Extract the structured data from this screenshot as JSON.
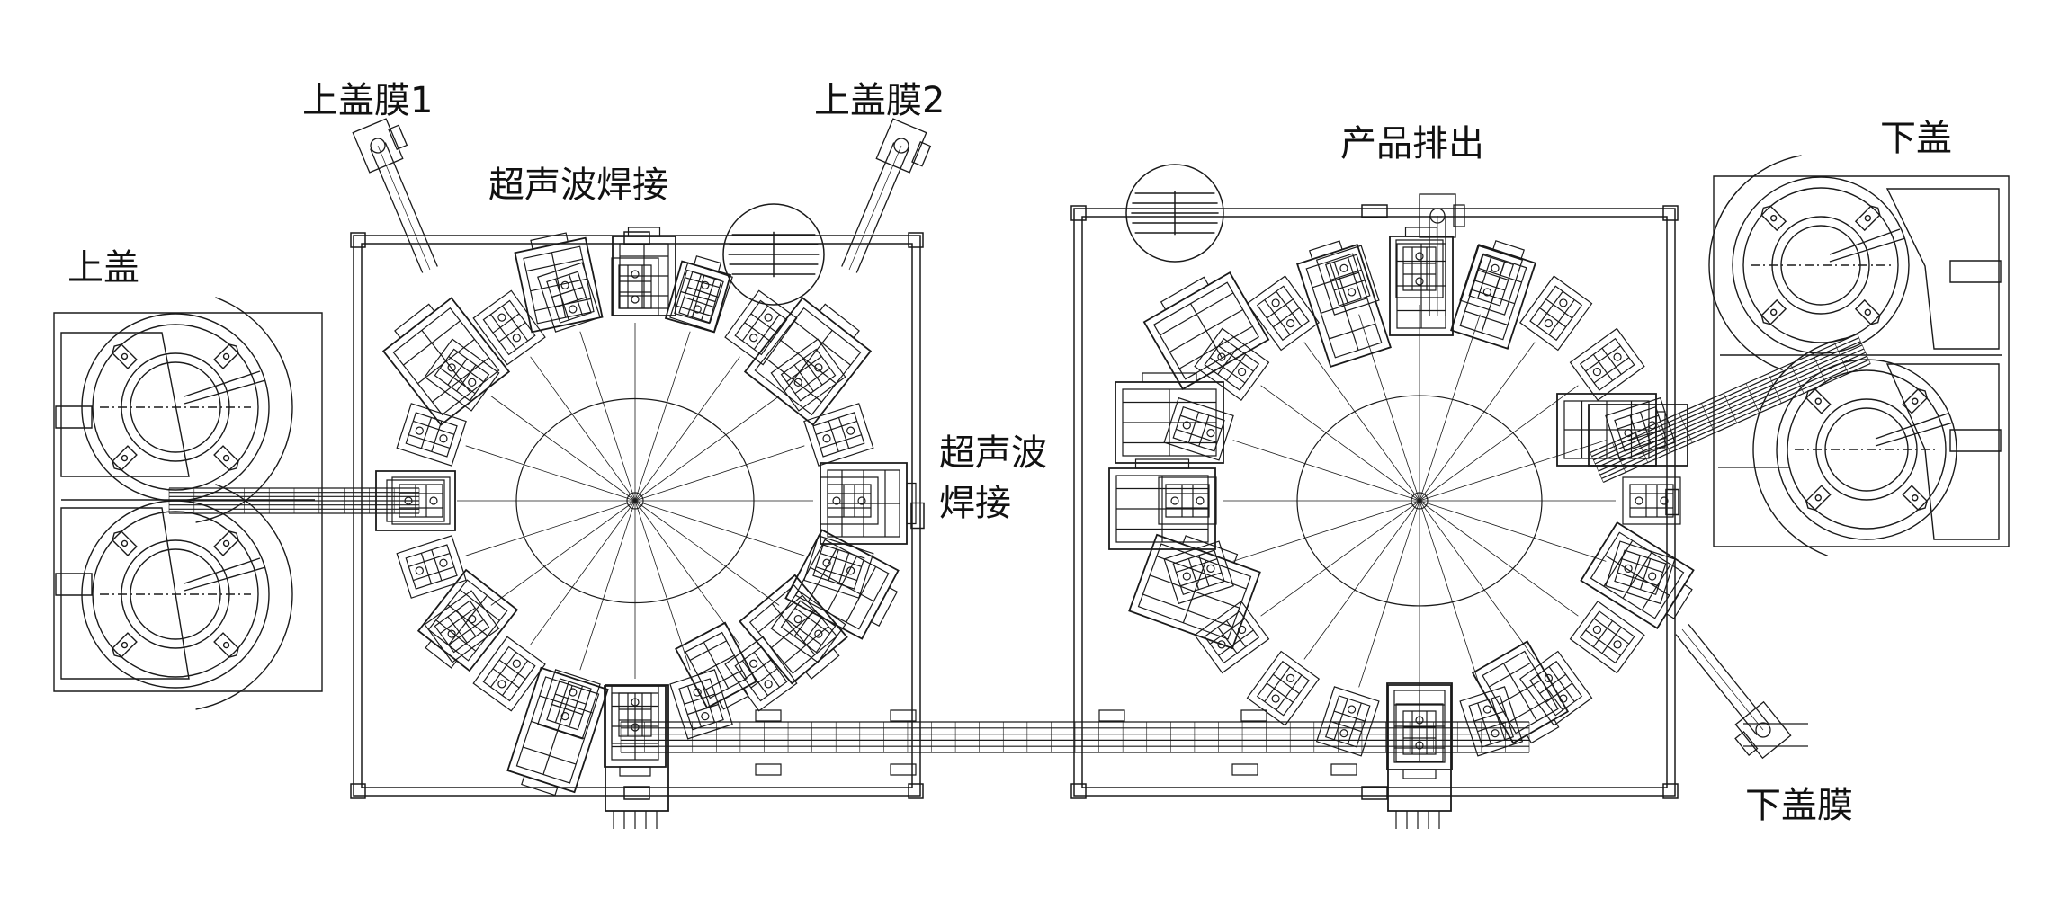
{
  "labels": {
    "upper_cover": "上盖",
    "upper_film_1": "上盖膜1",
    "upper_film_2": "上盖膜2",
    "ultrasonic_welding_top": "超声波焊接",
    "ultrasonic_welding_mid_line1": "超声波",
    "ultrasonic_welding_mid_line2": "焊接",
    "product_discharge": "产品排出",
    "lower_cover": "下盖",
    "lower_cover_film": "下盖膜"
  },
  "colors": {
    "line": "#1a1a1a",
    "background": "#ffffff"
  }
}
